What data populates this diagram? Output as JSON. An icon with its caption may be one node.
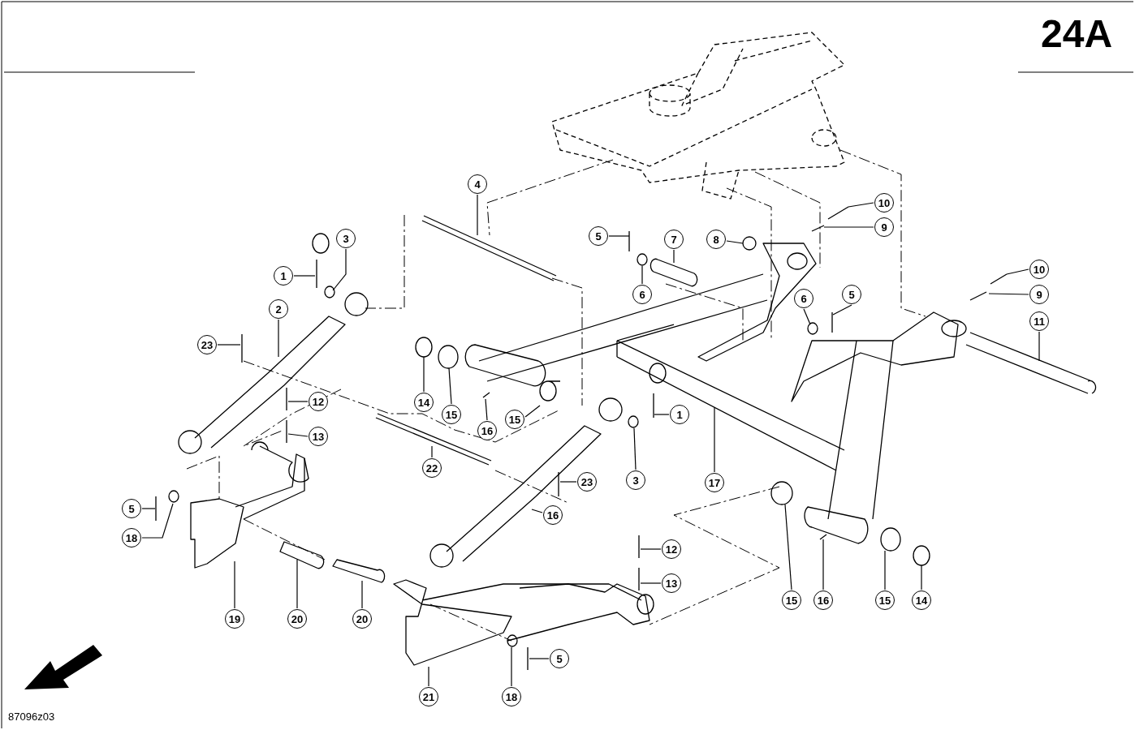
{
  "diagram": {
    "nodes": [
      {
        "text": [
          "4"
        ]
      },
      {
        "text": [
          "10"
        ]
      },
      {
        "text": [
          "5"
        ]
      },
      {
        "text": [
          "7"
        ]
      },
      {
        "text": [
          "8"
        ]
      },
      {
        "text": [
          "3"
        ]
      },
      {
        "text": [
          "9"
        ]
      },
      {
        "text": [
          "1"
        ]
      },
      {
        "text": [
          "10"
        ]
      },
      {
        "text": [
          "6"
        ]
      },
      {
        "text": [
          "6"
        ]
      },
      {
        "text": [
          "5"
        ]
      },
      {
        "text": [
          "9"
        ]
      },
      {
        "text": [
          "2"
        ]
      },
      {
        "text": [
          "11"
        ]
      },
      {
        "text": [
          "23"
        ]
      },
      {
        "text": [
          "14"
        ]
      },
      {
        "text": [
          "15"
        ]
      },
      {
        "text": [
          "12"
        ]
      },
      {
        "text": [
          "16"
        ]
      },
      {
        "text": [
          "15"
        ]
      },
      {
        "text": [
          "1"
        ]
      },
      {
        "text": [
          "13"
        ]
      },
      {
        "text": [
          "22"
        ]
      },
      {
        "text": [
          "23"
        ]
      },
      {
        "text": [
          "3"
        ]
      },
      {
        "text": [
          "17"
        ]
      },
      {
        "text": [
          "5"
        ]
      },
      {
        "text": [
          "16"
        ]
      },
      {
        "text": [
          "18"
        ]
      },
      {
        "text": [
          "12"
        ]
      },
      {
        "text": [
          "13"
        ]
      },
      {
        "text": [
          "19"
        ]
      },
      {
        "text": [
          "20"
        ]
      },
      {
        "text": [
          "20"
        ]
      },
      {
        "text": [
          "15"
        ]
      },
      {
        "text": [
          "16"
        ]
      },
      {
        "text": [
          "15"
        ]
      },
      {
        "text": [
          "14"
        ]
      },
      {
        "text": [
          "5"
        ]
      },
      {
        "text": [
          "21"
        ]
      },
      {
        "text": [
          "18"
        ]
      }
    ],
    "edges": [
      {
        "from": 0,
        "to": null,
        "arrow": "none"
      },
      {
        "from": 1,
        "to": null,
        "arrow": "none"
      },
      {
        "from": 2,
        "to": null,
        "arrow": "none"
      },
      {
        "from": 3,
        "to": null,
        "arrow": "none"
      },
      {
        "from": 4,
        "to": null,
        "arrow": "none"
      },
      {
        "from": 5,
        "to": null,
        "arrow": "none"
      },
      {
        "from": 6,
        "to": null,
        "arrow": "none"
      },
      {
        "from": 7,
        "to": null,
        "arrow": "none"
      },
      {
        "from": 8,
        "to": null,
        "arrow": "none"
      },
      {
        "from": 9,
        "to": null,
        "arrow": "none"
      },
      {
        "from": 10,
        "to": null,
        "arrow": "none"
      },
      {
        "from": 11,
        "to": null,
        "arrow": "none"
      },
      {
        "from": 12,
        "to": null,
        "arrow": "none"
      },
      {
        "from": 13,
        "to": null,
        "arrow": "none"
      },
      {
        "from": 14,
        "to": null,
        "arrow": "none"
      },
      {
        "from": 15,
        "to": null,
        "arrow": "none"
      },
      {
        "from": 16,
        "to": null,
        "arrow": "none"
      },
      {
        "from": 17,
        "to": null,
        "arrow": "none"
      },
      {
        "from": 18,
        "to": null,
        "arrow": "none"
      },
      {
        "from": 19,
        "to": null,
        "arrow": "none"
      },
      {
        "from": 20,
        "to": null,
        "arrow": "none"
      },
      {
        "from": 21,
        "to": null,
        "arrow": "none"
      },
      {
        "from": 22,
        "to": null,
        "arrow": "none"
      },
      {
        "from": 23,
        "to": null,
        "arrow": "none"
      },
      {
        "from": 24,
        "to": null,
        "arrow": "none"
      },
      {
        "from": 25,
        "to": null,
        "arrow": "none"
      },
      {
        "from": 26,
        "to": null,
        "arrow": "none"
      },
      {
        "from": 27,
        "to": null,
        "arrow": "none"
      },
      {
        "from": 28,
        "to": null,
        "arrow": "none"
      },
      {
        "from": 29,
        "to": null,
        "arrow": "none"
      },
      {
        "from": 30,
        "to": null,
        "arrow": "none"
      },
      {
        "from": 31,
        "to": null,
        "arrow": "none"
      },
      {
        "from": 32,
        "to": null,
        "arrow": "none"
      },
      {
        "from": 33,
        "to": null,
        "arrow": "none"
      },
      {
        "from": 34,
        "to": null,
        "arrow": "none"
      },
      {
        "from": 35,
        "to": null,
        "arrow": "none"
      },
      {
        "from": 36,
        "to": null,
        "arrow": "none"
      },
      {
        "from": 37,
        "to": null,
        "arrow": "none"
      },
      {
        "from": 38,
        "to": null,
        "arrow": "none"
      },
      {
        "from": 39,
        "to": null,
        "arrow": "none"
      },
      {
        "from": 40,
        "to": null,
        "arrow": "none"
      },
      {
        "from": 41,
        "to": null,
        "arrow": "none"
      }
    ],
    "labels": [
      "24A",
      "87096z03"
    ]
  }
}
